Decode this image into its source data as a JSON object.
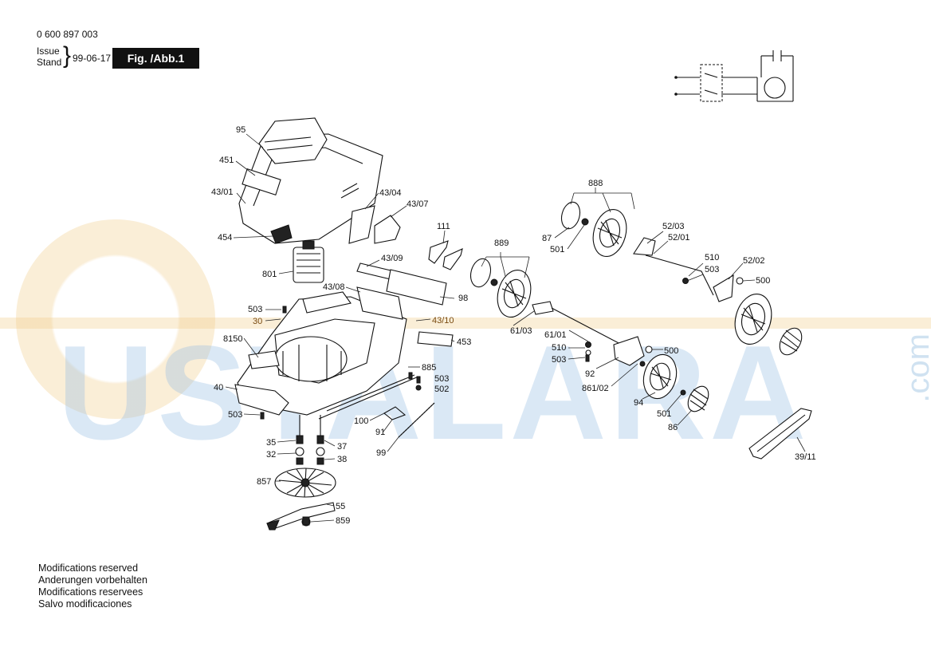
{
  "header": {
    "part_number": "0 600 897 003",
    "issue_label_1": "Issue",
    "issue_label_2": "Stand",
    "date": "99-06-17",
    "figure_label": "Fig. /Abb.1"
  },
  "footer": {
    "lines": [
      "Modifications reserved",
      "Anderungen vorbehalten",
      "Modifications reservees",
      "Salvo modificaciones"
    ]
  },
  "watermark": {
    "text": "USTALARA",
    "suffix": ".com"
  },
  "colors": {
    "background": "#ffffff",
    "ink": "#111111",
    "watermark_blue": "#96bee1",
    "watermark_orange": "#f0cd8c",
    "highlight_label": "#7a4a10"
  },
  "labels": [
    {
      "id": "95",
      "text": "95"
    },
    {
      "id": "451",
      "text": "451"
    },
    {
      "id": "43_01",
      "text": "43/01"
    },
    {
      "id": "43_04",
      "text": "43/04"
    },
    {
      "id": "43_07",
      "text": "43/07"
    },
    {
      "id": "454",
      "text": "454"
    },
    {
      "id": "111",
      "text": "111"
    },
    {
      "id": "801",
      "text": "801"
    },
    {
      "id": "43_09",
      "text": "43/09"
    },
    {
      "id": "43_08",
      "text": "43/08"
    },
    {
      "id": "98",
      "text": "98"
    },
    {
      "id": "503a",
      "text": "503"
    },
    {
      "id": "30",
      "text": "30"
    },
    {
      "id": "43_10",
      "text": "43/10"
    },
    {
      "id": "453",
      "text": "453"
    },
    {
      "id": "8150",
      "text": "8150"
    },
    {
      "id": "885",
      "text": "885"
    },
    {
      "id": "503b",
      "text": "503"
    },
    {
      "id": "502",
      "text": "502"
    },
    {
      "id": "40",
      "text": "40"
    },
    {
      "id": "503c",
      "text": "503"
    },
    {
      "id": "100",
      "text": "100"
    },
    {
      "id": "91",
      "text": "91"
    },
    {
      "id": "99",
      "text": "99"
    },
    {
      "id": "35",
      "text": "35"
    },
    {
      "id": "37",
      "text": "37"
    },
    {
      "id": "32",
      "text": "32"
    },
    {
      "id": "38",
      "text": "38"
    },
    {
      "id": "857",
      "text": "857"
    },
    {
      "id": "55",
      "text": "55"
    },
    {
      "id": "859",
      "text": "859"
    },
    {
      "id": "888",
      "text": "888"
    },
    {
      "id": "87",
      "text": "87"
    },
    {
      "id": "501a",
      "text": "501"
    },
    {
      "id": "889",
      "text": "889"
    },
    {
      "id": "52_03",
      "text": "52/03"
    },
    {
      "id": "52_01",
      "text": "52/01"
    },
    {
      "id": "510a",
      "text": "510"
    },
    {
      "id": "503d",
      "text": "503"
    },
    {
      "id": "52_02",
      "text": "52/02"
    },
    {
      "id": "500a",
      "text": "500"
    },
    {
      "id": "61_03",
      "text": "61/03"
    },
    {
      "id": "61_01",
      "text": "61/01"
    },
    {
      "id": "510b",
      "text": "510"
    },
    {
      "id": "503e",
      "text": "503"
    },
    {
      "id": "500b",
      "text": "500"
    },
    {
      "id": "92",
      "text": "92"
    },
    {
      "id": "861_02",
      "text": "861/02"
    },
    {
      "id": "94",
      "text": "94"
    },
    {
      "id": "501b",
      "text": "501"
    },
    {
      "id": "86",
      "text": "86"
    },
    {
      "id": "39_11",
      "text": "39/11"
    }
  ]
}
